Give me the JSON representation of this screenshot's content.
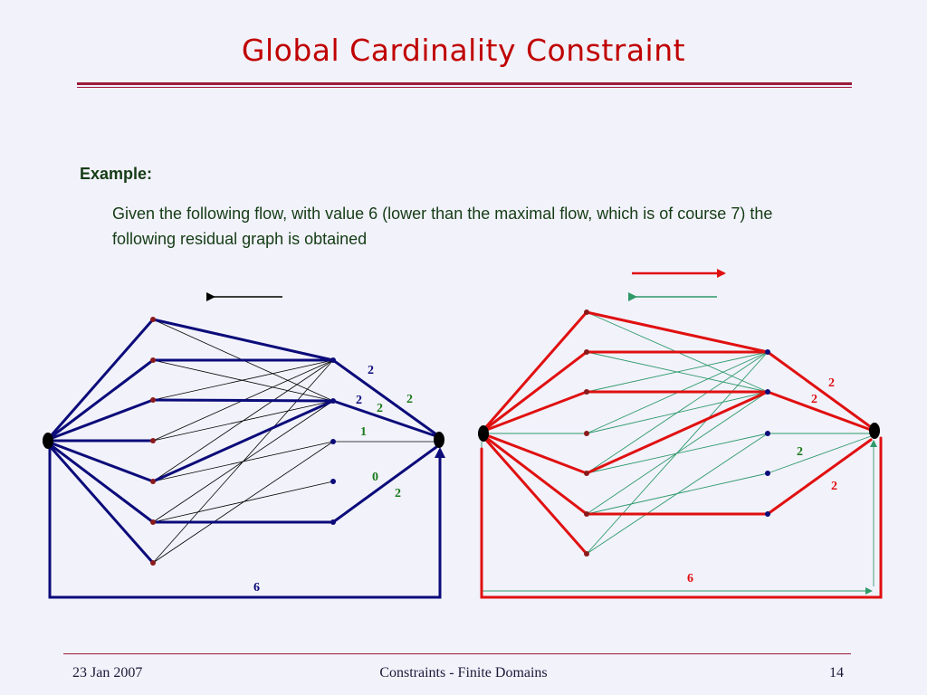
{
  "slide": {
    "title": "Global Cardinality Constraint",
    "example_heading": "Example:",
    "description": "Given the following flow, with value 6 (lower than the maximal flow, which is of course 7) the following residual graph is obtained"
  },
  "colors": {
    "title": "#c00000",
    "text": "#153c15",
    "flow_edge": "#0b0b7a",
    "residual_forward": "#e01010",
    "residual_backward": "#2e9a6a",
    "node": "#8b1a1a"
  },
  "left_graph": {
    "labels": [
      "2",
      "2",
      "2",
      "2",
      "1",
      "0",
      "2",
      "6"
    ]
  },
  "right_graph": {
    "labels": [
      "2",
      "2",
      "2",
      "2",
      "6"
    ]
  },
  "footer": {
    "date": "23 Jan 2007",
    "center": "Constraints - Finite Domains",
    "page": "14"
  }
}
